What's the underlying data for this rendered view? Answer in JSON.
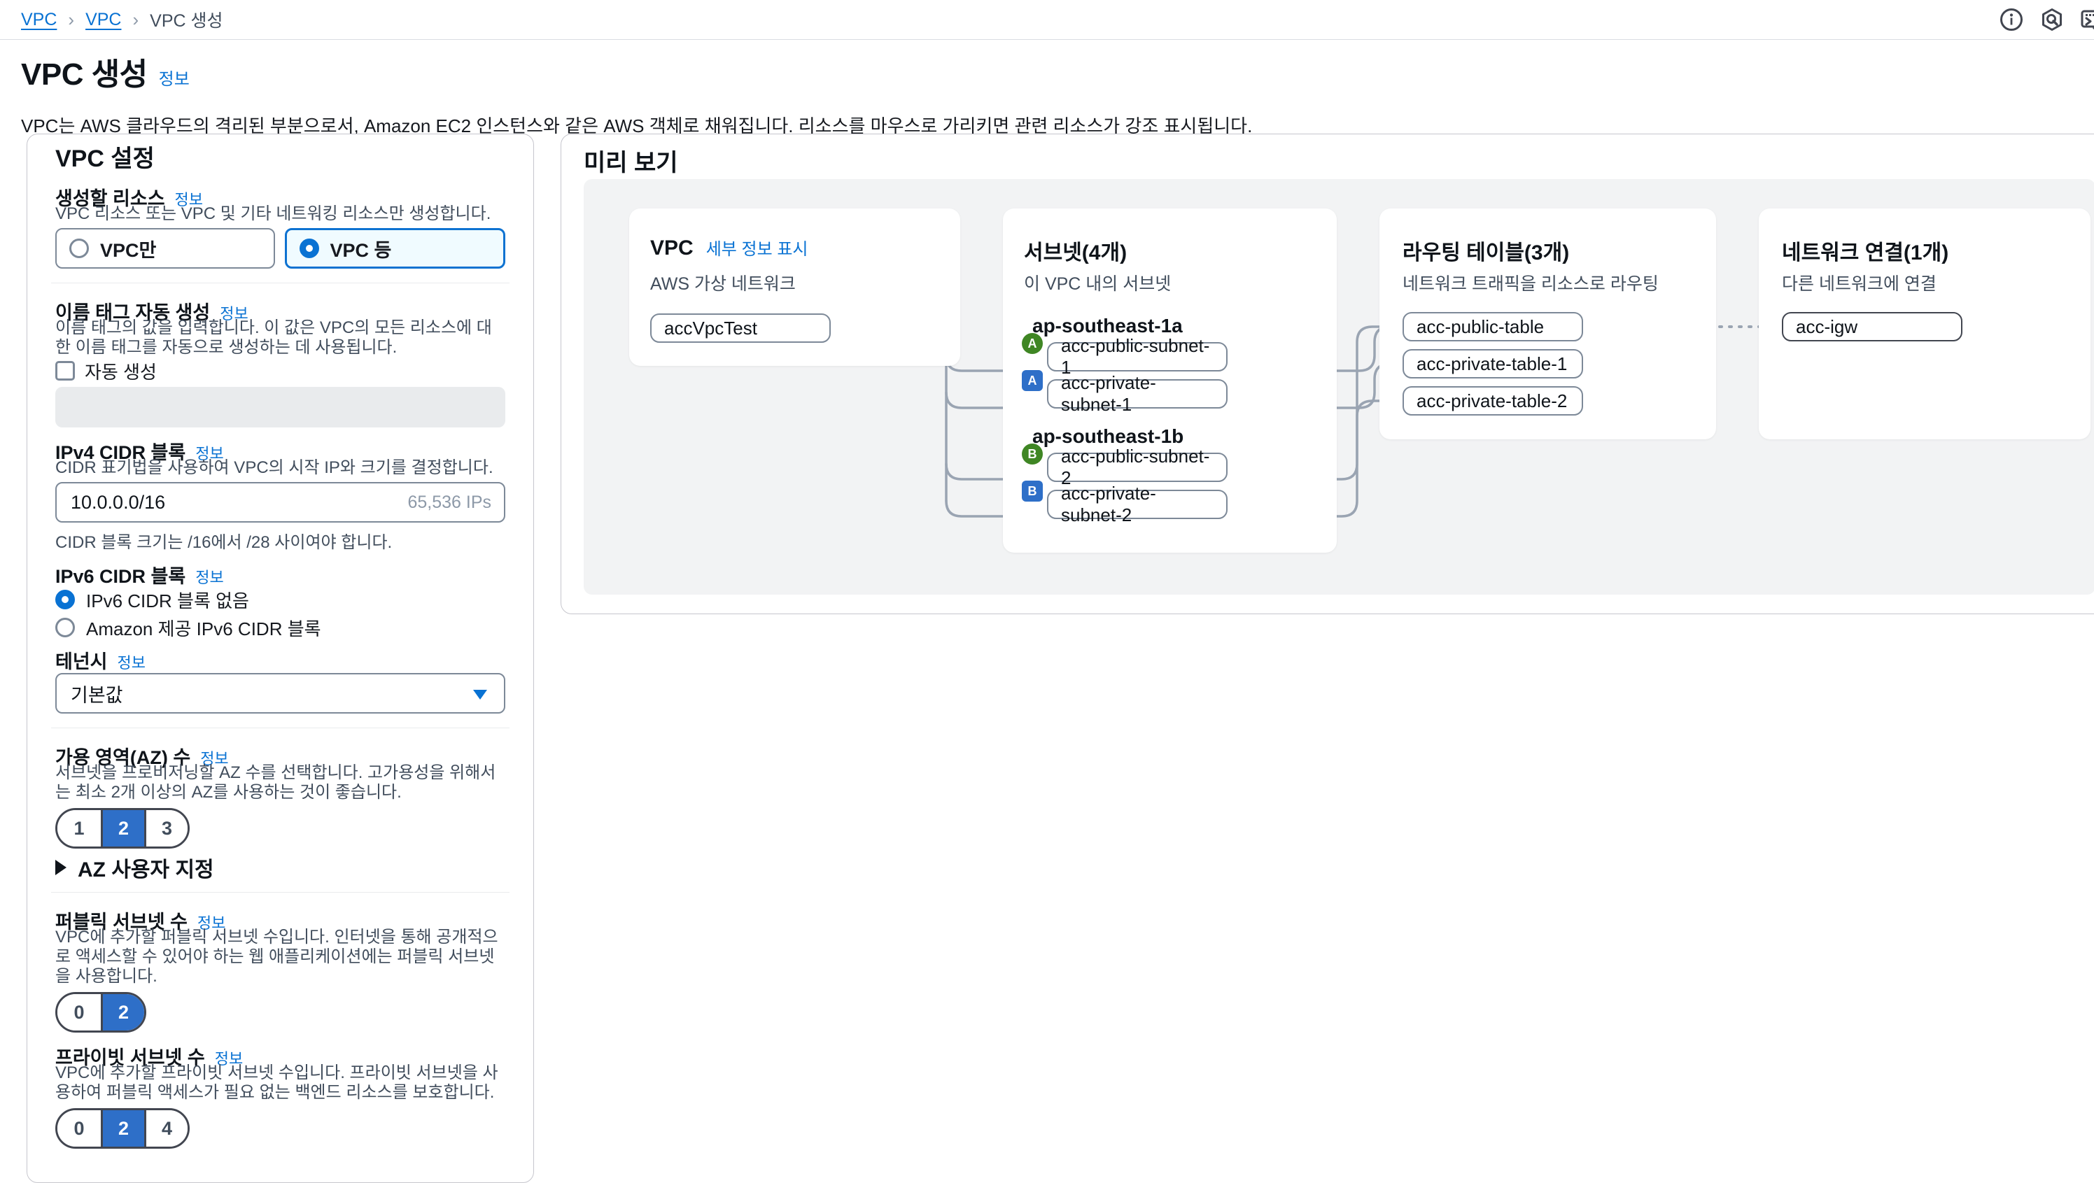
{
  "common": {
    "info_label": "정보"
  },
  "breadcrumb": {
    "items": [
      "VPC",
      "VPC",
      "VPC 생성"
    ]
  },
  "header_icons": [
    "info-icon",
    "amazon-q-icon",
    "cloudshell-icon"
  ],
  "page": {
    "title": "VPC 생성",
    "description": "VPC는 AWS 클라우드의 격리된 부분으로서, Amazon EC2 인스턴스와 같은 AWS 객체로 채워집니다. 리소스를 마우스로 가리키면 관련 리소스가 강조 표시됩니다."
  },
  "settings": {
    "title": "VPC 설정",
    "resource": {
      "label": "생성할 리소스",
      "description": "VPC 리소스 또는 VPC 및 기타 네트워킹 리소스만 생성합니다.",
      "options": [
        {
          "label": "VPC만",
          "selected": false
        },
        {
          "label": "VPC 등",
          "selected": true
        }
      ]
    },
    "name_tag": {
      "label": "이름 태그 자동 생성",
      "description": "이름 태그의 값을 입력합니다. 이 값은 VPC의 모든 리소스에 대한 이름 태그를 자동으로 생성하는 데 사용됩니다.",
      "checkbox_label": "자동 생성",
      "checked": false,
      "value": ""
    },
    "ipv4": {
      "label": "IPv4 CIDR 블록",
      "description": "CIDR 표기법을 사용하여 VPC의 시작 IP와 크기를 결정합니다.",
      "value": "10.0.0.0/16",
      "hint": "65,536 IPs",
      "help": "CIDR 블록 크기는 /16에서 /28 사이여야 합니다."
    },
    "ipv6": {
      "label": "IPv6 CIDR 블록",
      "options": [
        {
          "label": "IPv6 CIDR 블록 없음",
          "selected": true
        },
        {
          "label": "Amazon 제공 IPv6 CIDR 블록",
          "selected": false
        }
      ]
    },
    "tenancy": {
      "label": "테넌시",
      "value": "기본값"
    },
    "az": {
      "label": "가용 영역(AZ) 수",
      "description": "서브넷을 프로비저닝할 AZ 수를 선택합니다. 고가용성을 위해서는 최소 2개 이상의 AZ를 사용하는 것이 좋습니다.",
      "options": [
        "1",
        "2",
        "3"
      ],
      "selected": "2",
      "customize_label": "AZ 사용자 지정"
    },
    "public_subnets": {
      "label": "퍼블릭 서브넷 수",
      "description": "VPC에 추가할 퍼블릭 서브넷 수입니다. 인터넷을 통해 공개적으로 액세스할 수 있어야 하는 웹 애플리케이션에는 퍼블릭 서브넷을 사용합니다.",
      "options": [
        "0",
        "2"
      ],
      "selected": "2"
    },
    "private_subnets": {
      "label": "프라이빗 서브넷 수",
      "description": "VPC에 추가할 프라이빗 서브넷 수입니다. 프라이빗 서브넷을 사용하여 퍼블릭 액세스가 필요 없는 백엔드 리소스를 보호합니다.",
      "options": [
        "0",
        "2",
        "4"
      ],
      "selected": "2"
    }
  },
  "preview": {
    "title": "미리 보기",
    "vpc": {
      "title": "VPC",
      "details_link": "세부 정보 표시",
      "subtitle": "AWS 가상 네트워크",
      "name": "accVpcTest"
    },
    "subnets": {
      "title": "서브넷(4개)",
      "subtitle": "이 VPC 내의 서브넷",
      "groups": [
        {
          "az": "ap-southeast-1a",
          "items": [
            {
              "badge": "A",
              "kind": "public",
              "name": "acc-public-subnet-1"
            },
            {
              "badge": "A",
              "kind": "private",
              "name": "acc-private-subnet-1"
            }
          ]
        },
        {
          "az": "ap-southeast-1b",
          "items": [
            {
              "badge": "B",
              "kind": "public",
              "name": "acc-public-subnet-2"
            },
            {
              "badge": "B",
              "kind": "private",
              "name": "acc-private-subnet-2"
            }
          ]
        }
      ]
    },
    "route_tables": {
      "title": "라우팅 테이블(3개)",
      "subtitle": "네트워크 트래픽을 리소스로 라우팅",
      "items": [
        "acc-public-table",
        "acc-private-table-1",
        "acc-private-table-2"
      ]
    },
    "connections": {
      "title": "네트워크 연결(1개)",
      "subtitle": "다른 네트워크에 연결",
      "items": [
        "acc-igw"
      ]
    }
  },
  "colors": {
    "link_blue": "#0972d3",
    "accent_blue": "#2e6fc8",
    "badge_green": "#3f8624",
    "badge_blue": "#2e6fc8",
    "segment_border": "#424650",
    "connector_gray": "#9aa4b2",
    "canvas_gray": "#f2f3f4"
  }
}
